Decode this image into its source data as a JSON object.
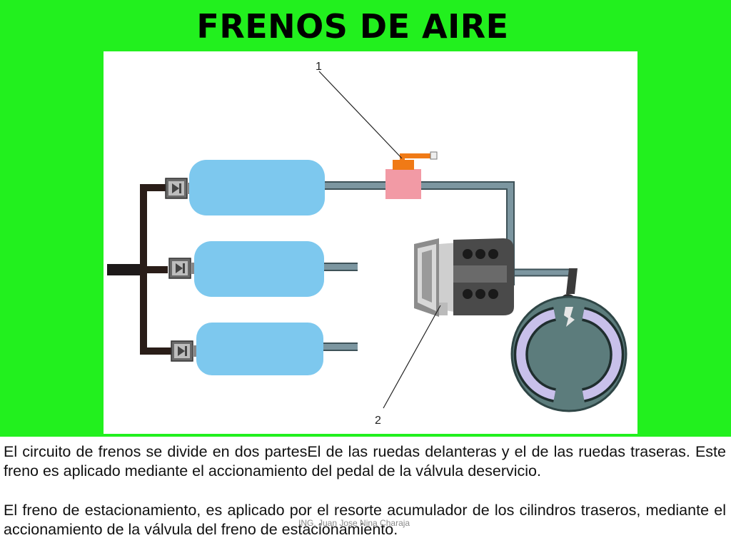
{
  "slide": {
    "title": "FRENOS DE AIRE",
    "footer": "ING. Juan Jose Nina Charaja"
  },
  "diagram": {
    "callouts": [
      {
        "id": "1",
        "label": "1"
      },
      {
        "id": "2",
        "label": "2"
      }
    ],
    "colors": {
      "tank": "#7dc8ee",
      "pipe": "#6e8890",
      "hose": "#2a1d18",
      "valve_body": "#f29aa5",
      "valve_lever": "#f07a16",
      "drum": "#5c7c7c",
      "shoe": "#c8c0ea"
    }
  },
  "text": {
    "paragraph1": "El circuito de frenos se divide en dos partesEl de las ruedas delanteras y el de las ruedas traseras. Este freno es aplicado mediante el accionamiento del pedal de la válvula deservicio.",
    "paragraph2": "El freno de estacionamiento, es aplicado por el resorte acumulador de los cilindros traseros, mediante el accionamiento de la válvula del freno de estacionamiento."
  }
}
